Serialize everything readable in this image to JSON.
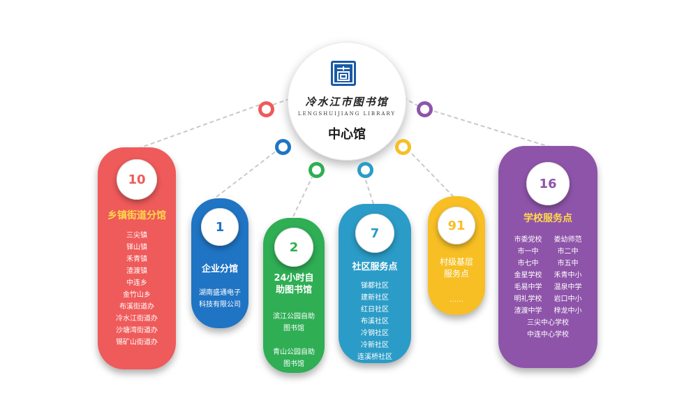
{
  "center": {
    "name_cn": "冷水江市图书馆",
    "name_en": "LENGSHUIJIANG LIBRARY",
    "title": "中心馆",
    "logo_icon": "library-seal-icon"
  },
  "branches": [
    {
      "key": "town",
      "count": "10",
      "title": "乡镇街道分馆",
      "color": "#ef5a5a",
      "title_color": "#ffd84a",
      "items": [
        "三尖镇",
        "铎山镇",
        "禾青镇",
        "渣渡镇",
        "中连乡",
        "金竹山乡",
        "布溪街道办",
        "冷水江街道办",
        "沙塘湾街道办",
        "锡矿山街道办"
      ]
    },
    {
      "key": "enterprise",
      "count": "1",
      "title": "企业分馆",
      "color": "#1f74c4",
      "title_color": "#ffffff",
      "items": [
        "湖南盛通电子",
        "科技有限公司"
      ]
    },
    {
      "key": "self-service",
      "count": "2",
      "title": "24小时自助图书馆",
      "color": "#2fae54",
      "title_color": "#ffffff",
      "items": [
        "滨江公园自助",
        "图书馆",
        "",
        "青山公园自助",
        "图书馆"
      ]
    },
    {
      "key": "community",
      "count": "7",
      "title": "社区服务点",
      "color": "#2b9cc7",
      "title_color": "#ffffff",
      "items": [
        "锑都社区",
        "建新社区",
        "红日社区",
        "布溪社区",
        "冷钢社区",
        "冷新社区",
        "连溪桥社区"
      ]
    },
    {
      "key": "village",
      "count": "91",
      "title": "村级基层服务点",
      "color": "#f7bf24",
      "title_color": "#ffffff",
      "items": [
        "……"
      ]
    },
    {
      "key": "school",
      "count": "16",
      "title": "学校服务点",
      "color": "#8e54a9",
      "title_color": "#ffd84a",
      "items": [
        "市委党校",
        "娄幼师范",
        "市一中",
        "市二中",
        "市七中",
        "市五中",
        "金星学校",
        "禾青中小",
        "毛易中学",
        "温泉中学",
        "明礼学校",
        "岩口中小",
        "渣渡中学",
        "梓龙中小",
        "三尖中心学校",
        "中连中心学校"
      ]
    }
  ]
}
